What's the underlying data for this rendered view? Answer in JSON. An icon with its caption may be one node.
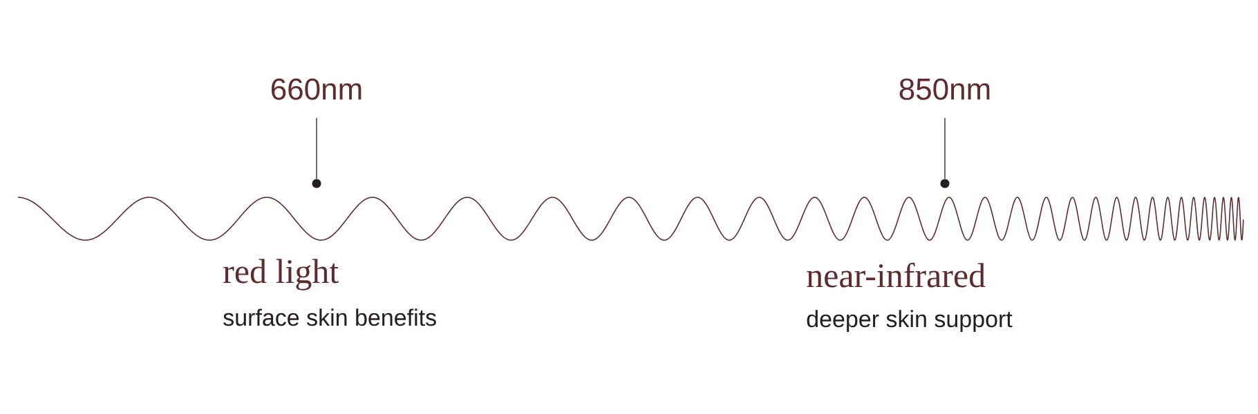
{
  "diagram": {
    "nodes": [
      {
        "text": [
          "660nm"
        ]
      },
      {
        "text": [],
        "shape": "circle"
      },
      {
        "text": [
          "850nm"
        ]
      },
      {
        "text": [],
        "shape": "circle"
      }
    ],
    "edges": [
      {
        "from": 0,
        "to": 1,
        "arrow": "none"
      },
      {
        "from": 2,
        "to": 3,
        "arrow": "none"
      }
    ],
    "labels": [
      "red light",
      "surface skin benefits",
      "near-infrared",
      "deeper skin support"
    ]
  }
}
